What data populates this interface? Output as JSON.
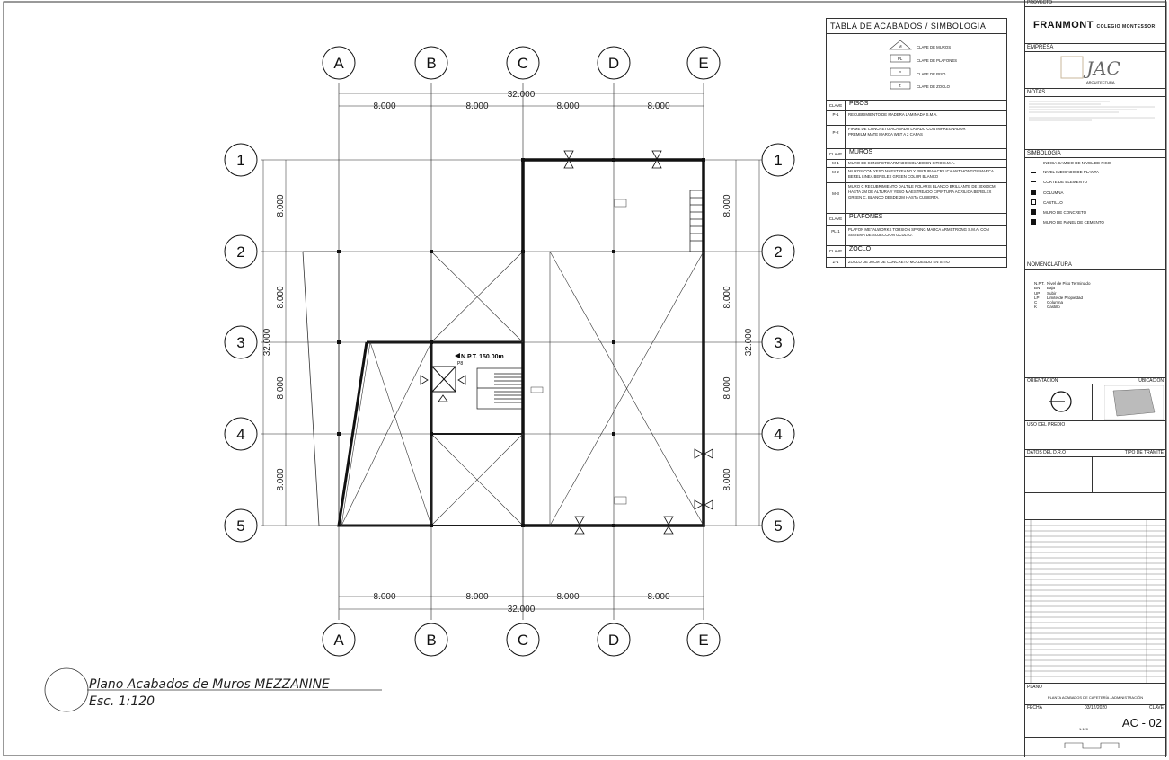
{
  "plan": {
    "axes_letters": [
      "A",
      "B",
      "C",
      "D",
      "E"
    ],
    "axes_numbers": [
      "1",
      "2",
      "3",
      "4",
      "5"
    ],
    "bay_dims_top": [
      "8.000",
      "8.000",
      "8.000",
      "8.000"
    ],
    "total_top": "32.000",
    "bay_dims_bottom": [
      "8.000",
      "8.000",
      "8.000",
      "8.000"
    ],
    "total_bottom": "32.000",
    "bay_dims_left": [
      "8.000",
      "8.000",
      "8.000",
      "8.000"
    ],
    "total_left": "32.000",
    "bay_dims_right": [
      "8.000",
      "8.000",
      "8.000",
      "8.000"
    ],
    "total_right": "32.000",
    "level_label": "N.P.T. 150.00m",
    "level_sub": "P8",
    "title": "Plano Acabados de Muros MEZZANINE",
    "scale": "Esc.  1:120"
  },
  "finishes_table": {
    "title": "TABLA DE ACABADOS / SIMBOLOGIA",
    "symbols": [
      "CLAVE DE MUROS",
      "CLAVE DE PLAFONES",
      "CLAVE DE PISO",
      "CLAVE DE ZOCLO"
    ],
    "symbol_keys": [
      "M",
      "PL",
      "P",
      "Z"
    ],
    "clave": "CLAVE",
    "sections": [
      {
        "name": "PISOS",
        "rows": [
          {
            "key": "P-1",
            "text": "RECUBRIMIENTO DE MADERA LAMINADA S.M.A."
          },
          {
            "key": "P-2",
            "text": "FIRME DE CONCRETO ACABADO LAVADO CON IMPREGNADOR PREMIUM MATE MARCA WBT A 2 CAPAS"
          }
        ]
      },
      {
        "name": "MUROS",
        "rows": [
          {
            "key": "M-1",
            "text": "MURO DE CONCRETO ARMADO COLADO EN SITIO S.M.A."
          },
          {
            "key": "M-2",
            "text": "MUROS CON YESO MAESTREADO Y PINTURA ACRILICA ANTIHONGOS MARCA BEREL LINEA BERELEX GREEN COLOR BLANCO"
          },
          {
            "key": "M-3",
            "text": "MURO C RECUBRIMIENTO DALTILE POLARIS BLANCO BRILLANTE DE 30X60CM HASTA 2M DE ALTURA Y YESO MAESTREADO C/PINTURA ACRILICA BERELEX GREEN C. BLANCO DESDE 2M HASTA CUBIERTA."
          }
        ]
      },
      {
        "name": "PLAFONES",
        "rows": [
          {
            "key": "PL-1",
            "text": "PLAFON METALWORKS TORSION SPRING MARCA ARMSTRONG S.M.A. CON SISTEMA DE SUJECCION OCULTO."
          }
        ]
      },
      {
        "name": "ZOCLO",
        "rows": [
          {
            "key": "Z-1",
            "text": "ZOCLO DE 30CM DE CONCRETO MOLDEADO EN SITIO"
          }
        ]
      }
    ]
  },
  "title_block": {
    "proyecto_label": "PROYECTO",
    "project_name": "FRANMONT",
    "project_sub": "COLEGIO MONTESSORI",
    "empresa_label": "EMPRESA",
    "logo_sub": "ARQUITECTURA",
    "notas_label": "NOTAS",
    "simbologia_label": "SIMBOLOGIA",
    "simbologia": [
      "INDICA CAMBIO DE NIVEL DE PISO",
      "NIVEL INDICADO DE PLANTA",
      "CORTE DE ELEMENTO",
      "COLUMNA",
      "CASTILLO",
      "MURO DE CONCRETO",
      "MURO DE PANEL DE CEMENTO"
    ],
    "nomenclatura_label": "NOMENCLATURA",
    "nomenclatura": [
      {
        "k": "N.P.T.",
        "v": "Nivel de Piso Terminado"
      },
      {
        "k": "BN",
        "v": "Baja"
      },
      {
        "k": "UP",
        "v": "Subir"
      },
      {
        "k": "LP",
        "v": "Limite de Propiedad"
      },
      {
        "k": "C",
        "v": "Columna"
      },
      {
        "k": "K",
        "v": "Castillo"
      }
    ],
    "orientacion_label": "ORIENTACIÓN",
    "ubicacion_label": "UBICACIÓN",
    "uso_predio_label": "USO DEL PREDIO",
    "datos_dro_label": "DATOS DEL D.R.O",
    "tipo_tramite_label": "TIPO DE TRAMITE",
    "plano_label": "PLANO",
    "plano_name": "PLANTA ACABADOS DE CAFETERÍA - ADMINISTRACIÓN",
    "fecha_label": "FECHA",
    "fecha_value": "03/12/2020",
    "clave_label": "CLAVE",
    "clave_value": "AC - 02",
    "escala_value": "1:120"
  },
  "colors": {
    "line": "#111111",
    "grid": "#222222",
    "panel_line": "#333333",
    "logo": "#c8b79b"
  }
}
